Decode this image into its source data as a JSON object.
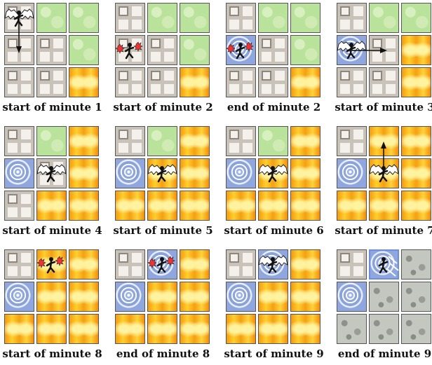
{
  "figure": {
    "panels": [
      {
        "caption": "start of minute 1",
        "tiles": [
          [
            "floor",
            "grass",
            "grass"
          ],
          [
            "floor",
            "floor",
            "grass"
          ],
          [
            "floor",
            "floor",
            "fire"
          ]
        ],
        "agent": {
          "row": 0,
          "col": 0,
          "form": "bat"
        },
        "arrow": "down",
        "highlight": null
      },
      {
        "caption": "start of minute 2",
        "tiles": [
          [
            "floor",
            "grass",
            "grass"
          ],
          [
            "floor",
            "floor",
            "grass"
          ],
          [
            "floor",
            "floor",
            "fire"
          ]
        ],
        "agent": {
          "row": 1,
          "col": 0,
          "form": "burst"
        },
        "arrow": null,
        "highlight": null
      },
      {
        "caption": "end of minute 2",
        "tiles": [
          [
            "floor",
            "grass",
            "grass"
          ],
          [
            "water",
            "floor",
            "grass"
          ],
          [
            "floor",
            "floor",
            "fire"
          ]
        ],
        "agent": {
          "row": 1,
          "col": 0,
          "form": "burst"
        },
        "arrow": null,
        "highlight": null
      },
      {
        "caption": "start of minute 3",
        "tiles": [
          [
            "floor",
            "grass",
            "grass"
          ],
          [
            "water",
            "floor",
            "fire"
          ],
          [
            "floor",
            "floor",
            "fire"
          ]
        ],
        "agent": {
          "row": 1,
          "col": 0,
          "form": "bat"
        },
        "arrow": "right",
        "highlight": null
      },
      {
        "caption": "start of minute 4",
        "tiles": [
          [
            "floor",
            "grass",
            "fire"
          ],
          [
            "water",
            "floor",
            "fire"
          ],
          [
            "floor",
            "fire",
            "fire"
          ]
        ],
        "agent": {
          "row": 1,
          "col": 1,
          "form": "bat"
        },
        "arrow": null,
        "highlight": null
      },
      {
        "caption": "start of minute 5",
        "tiles": [
          [
            "floor",
            "grass",
            "fire"
          ],
          [
            "water",
            "fire",
            "fire"
          ],
          [
            "fire",
            "fire",
            "fire"
          ]
        ],
        "agent": {
          "row": 1,
          "col": 1,
          "form": "bat"
        },
        "arrow": null,
        "highlight": null
      },
      {
        "caption": "start of minute 6",
        "tiles": [
          [
            "floor",
            "grass",
            "fire"
          ],
          [
            "water",
            "fire",
            "fire"
          ],
          [
            "fire",
            "fire",
            "fire"
          ]
        ],
        "agent": {
          "row": 1,
          "col": 1,
          "form": "bat"
        },
        "arrow": null,
        "highlight": null
      },
      {
        "caption": "start of minute 7",
        "tiles": [
          [
            "floor",
            "fire",
            "fire"
          ],
          [
            "water",
            "fire",
            "fire"
          ],
          [
            "fire",
            "fire",
            "fire"
          ]
        ],
        "agent": {
          "row": 1,
          "col": 1,
          "form": "bat"
        },
        "arrow": "up",
        "highlight": null
      },
      {
        "caption": "start of minute 8",
        "tiles": [
          [
            "floor",
            "fire",
            "fire"
          ],
          [
            "water",
            "fire",
            "fire"
          ],
          [
            "fire",
            "fire",
            "fire"
          ]
        ],
        "agent": {
          "row": 0,
          "col": 1,
          "form": "burst"
        },
        "arrow": null,
        "highlight": null
      },
      {
        "caption": "end of minute 8",
        "tiles": [
          [
            "floor",
            "water",
            "fire"
          ],
          [
            "water",
            "fire",
            "fire"
          ],
          [
            "fire",
            "fire",
            "fire"
          ]
        ],
        "agent": {
          "row": 0,
          "col": 1,
          "form": "burst"
        },
        "arrow": null,
        "highlight": null
      },
      {
        "caption": "start of minute 9",
        "tiles": [
          [
            "floor",
            "water",
            "fire"
          ],
          [
            "water",
            "fire",
            "fire"
          ],
          [
            "fire",
            "fire",
            "fire"
          ]
        ],
        "agent": {
          "row": 0,
          "col": 1,
          "form": "bat"
        },
        "arrow": null,
        "highlight": null
      },
      {
        "caption": "end of minute 9",
        "tiles": [
          [
            "floor",
            "water",
            "ash"
          ],
          [
            "water",
            "ash",
            "ash"
          ],
          [
            "ash",
            "ash",
            "ash"
          ]
        ],
        "agent": {
          "row": 0,
          "col": 1,
          "form": "dash"
        },
        "arrow": null,
        "highlight": [
          0,
          1
        ]
      }
    ]
  }
}
